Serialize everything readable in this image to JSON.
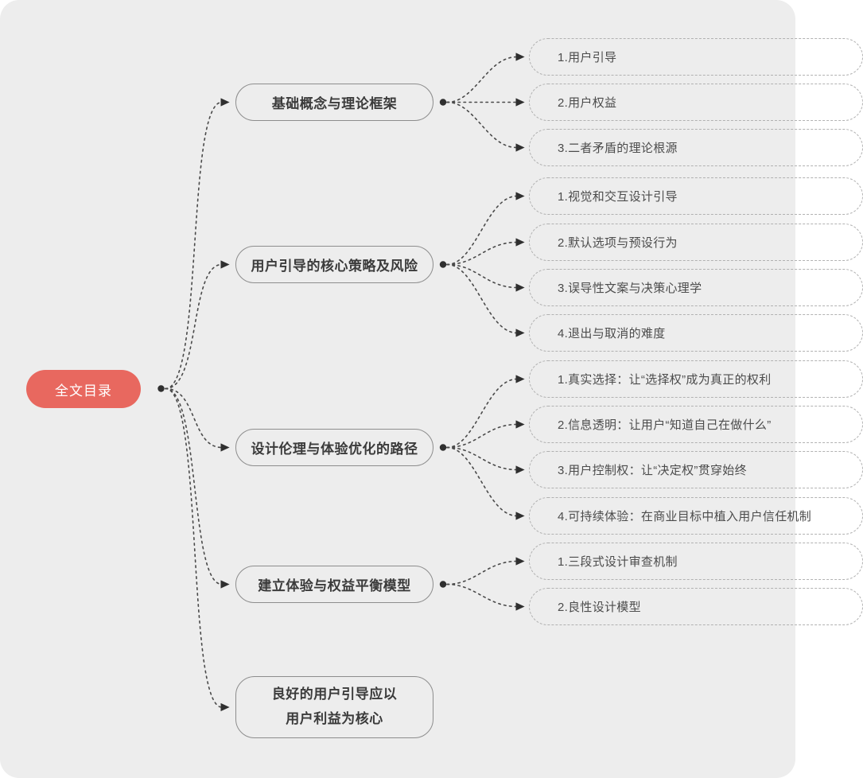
{
  "canvas": {
    "background_color": "#ededed",
    "page_background_color": "#ffffff",
    "connector_color": "#4a4a4a",
    "branch_border_color": "#8d8d8d",
    "leaf_border_color": "#b1b1b1"
  },
  "root": {
    "label": "全文目录",
    "fill_color": "#e8685f",
    "text_color": "#ffffff"
  },
  "branches": [
    {
      "label": "基础概念与理论框架",
      "children": [
        "1.用户引导",
        "2.用户权益",
        "3.二者矛盾的理论根源"
      ]
    },
    {
      "label": "用户引导的核心策略及风险",
      "children": [
        "1.视觉和交互设计引导",
        "2.默认选项与预设行为",
        "3.误导性文案与决策心理学",
        "4.退出与取消的难度"
      ]
    },
    {
      "label": "设计伦理与体验优化的路径",
      "children": [
        "1.真实选择：让“选择权”成为真正的权利",
        "2.信息透明：让用户“知道自己在做什么”",
        "3.用户控制权：让“决定权”贯穿始终",
        "4.可持续体验：在商业目标中植入用户信任机制"
      ]
    },
    {
      "label": "建立体验与权益平衡模型",
      "children": [
        "1.三段式设计审查机制",
        "2.良性设计模型"
      ]
    },
    {
      "label": "良好的用户引导应以\n用户利益为核心",
      "children": []
    }
  ]
}
